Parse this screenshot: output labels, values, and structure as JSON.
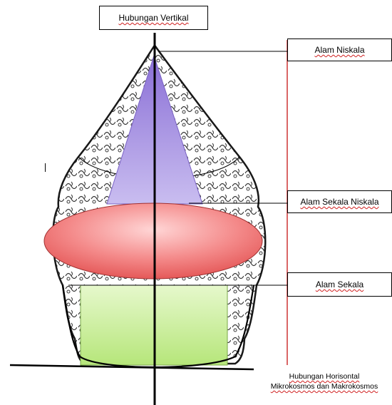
{
  "diagram": {
    "vertical_label": "Hubungan Vertikal",
    "levels": [
      {
        "label": "Alam Niskala"
      },
      {
        "label": "Alam Sekala Niskala"
      },
      {
        "label": "Alam Sekala"
      }
    ],
    "horizontal_label_line1": "Hubungan Horisontal",
    "horizontal_label_line2": "Mikrokosmos dan Makrokosmos",
    "colors": {
      "triangle": "#a58fe0",
      "ellipse": "#ee6262",
      "rectangle": "#c8ee9a",
      "level_line": "#c00000",
      "outline": "#000000"
    }
  }
}
